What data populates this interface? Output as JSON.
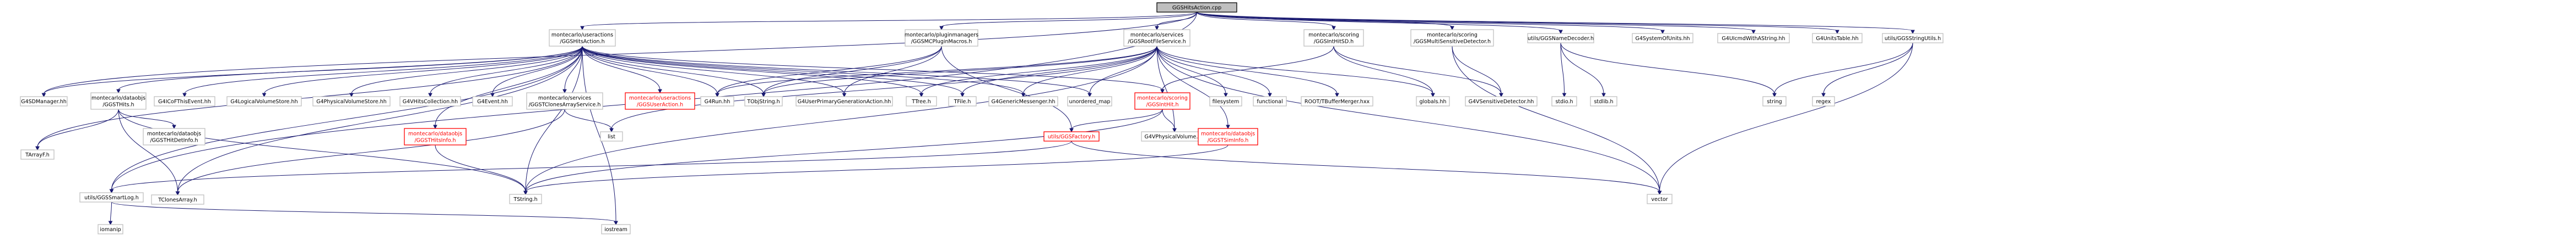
{
  "graph": {
    "root": "GGSHitsAction.cpp",
    "nodes": [
      {
        "id": "root",
        "lines": [
          "GGSHitsAction.cpp"
        ]
      },
      {
        "id": "ua_h",
        "lines": [
          "montecarlo/useractions",
          "/GGSHitsAction.h"
        ]
      },
      {
        "id": "pm_h",
        "lines": [
          "montecarlo/pluginmanagers",
          "/GGSMCPluginMacros.h"
        ]
      },
      {
        "id": "rfs_h",
        "lines": [
          "montecarlo/services",
          "/GGSRootFileService.h"
        ]
      },
      {
        "id": "ihsd_h",
        "lines": [
          "montecarlo/scoring",
          "/GGSIntHitSD.h"
        ]
      },
      {
        "id": "mmsd_h",
        "lines": [
          "montecarlo/scoring",
          "/GGSMultiSensitiveDetector.h"
        ]
      },
      {
        "id": "nd_h",
        "lines": [
          "utils/GGSNameDecoder.h"
        ]
      },
      {
        "id": "g4su",
        "lines": [
          "G4SystemOfUnits.hh"
        ]
      },
      {
        "id": "g4uiw",
        "lines": [
          "G4UIcmdWithAString.hh"
        ]
      },
      {
        "id": "g4ut",
        "lines": [
          "G4UnitsTable.hh"
        ]
      },
      {
        "id": "su_h",
        "lines": [
          "utils/GGSStringUtils.h"
        ]
      },
      {
        "id": "g4sdm",
        "lines": [
          "G4SDManager.hh"
        ]
      },
      {
        "id": "tarrayf",
        "lines": [
          "TArrayF.h"
        ]
      },
      {
        "id": "ggshits_h",
        "lines": [
          "montecarlo/dataobjs",
          "/GGSTHits.h"
        ]
      },
      {
        "id": "g4cof",
        "lines": [
          "G4ICoFThisEvent.hh"
        ]
      },
      {
        "id": "g4lvs",
        "lines": [
          "G4LogicalVolumeStore.hh"
        ]
      },
      {
        "id": "g4pvs",
        "lines": [
          "G4PhysicalVolumeStore.hh"
        ]
      },
      {
        "id": "g4vhc",
        "lines": [
          "G4VHitsCollection.hh"
        ]
      },
      {
        "id": "g4event",
        "lines": [
          "G4Event.hh"
        ]
      },
      {
        "id": "tcas_h",
        "lines": [
          "montecarlo/services",
          "/GGSTClonesArrayService.h"
        ]
      },
      {
        "id": "ua2_h",
        "lines": [
          "montecarlo/useractions",
          "/GGSUserAction.h"
        ]
      },
      {
        "id": "g4run",
        "lines": [
          "G4Run.hh"
        ]
      },
      {
        "id": "tobjstr",
        "lines": [
          "TObjString.h"
        ]
      },
      {
        "id": "g4upga",
        "lines": [
          "G4UserPrimaryGenerationAction.hh"
        ]
      },
      {
        "id": "ttree",
        "lines": [
          "TTree.h"
        ]
      },
      {
        "id": "tfile",
        "lines": [
          "TFile.h"
        ]
      },
      {
        "id": "g4gm",
        "lines": [
          "G4GenericMessenger.hh"
        ]
      },
      {
        "id": "umap",
        "lines": [
          "unordered_map"
        ]
      },
      {
        "id": "inthit_h",
        "lines": [
          "montecarlo/scoring",
          "/GGSIntHit.h"
        ]
      },
      {
        "id": "fs",
        "lines": [
          "filesystem"
        ]
      },
      {
        "id": "functional",
        "lines": [
          "functional"
        ]
      },
      {
        "id": "rootbm",
        "lines": [
          "ROOT/TBufferMerger.hxx"
        ]
      },
      {
        "id": "globals",
        "lines": [
          "globals.hh"
        ]
      },
      {
        "id": "g4vsd",
        "lines": [
          "G4VSensitiveDetector.hh"
        ]
      },
      {
        "id": "stdio",
        "lines": [
          "stdio.h"
        ]
      },
      {
        "id": "stdlib",
        "lines": [
          "stdlib.h"
        ]
      },
      {
        "id": "string",
        "lines": [
          "string"
        ]
      },
      {
        "id": "regex",
        "lines": [
          "regex"
        ]
      },
      {
        "id": "detinfo_h",
        "lines": [
          "montecarlo/dataobjs",
          "/GGSTHitDetInfo.h"
        ]
      },
      {
        "id": "list",
        "lines": [
          "list"
        ]
      },
      {
        "id": "factory_h",
        "lines": [
          "utils/GGSFactory.h"
        ]
      },
      {
        "id": "g4pv",
        "lines": [
          "G4VPhysicalVolume.hh"
        ]
      },
      {
        "id": "siminfo_h",
        "lines": [
          "montecarlo/dataobjs",
          "/GGSTSimInfo.h"
        ]
      },
      {
        "id": "hitsinfo_h",
        "lines": [
          "montecarlo/dataobjs",
          "/GGSTHitsInfo.h"
        ]
      },
      {
        "id": "smartlog_h",
        "lines": [
          "utils/GGSSmartLog.h"
        ]
      },
      {
        "id": "tclones",
        "lines": [
          "TClonesArray.h"
        ]
      },
      {
        "id": "tstring",
        "lines": [
          "TString.h"
        ]
      },
      {
        "id": "vector",
        "lines": [
          "vector"
        ]
      },
      {
        "id": "iomanip",
        "lines": [
          "iomanip"
        ]
      },
      {
        "id": "iostream",
        "lines": [
          "iostream"
        ]
      }
    ],
    "edges": [
      [
        "root",
        "ua_h"
      ],
      [
        "root",
        "pm_h"
      ],
      [
        "root",
        "rfs_h"
      ],
      [
        "root",
        "ihsd_h"
      ],
      [
        "root",
        "mmsd_h"
      ],
      [
        "root",
        "nd_h"
      ],
      [
        "root",
        "g4su"
      ],
      [
        "root",
        "g4uiw"
      ],
      [
        "root",
        "g4ut"
      ],
      [
        "root",
        "su_h"
      ],
      [
        "root",
        "g4sdm"
      ],
      [
        "root",
        "smartlog_h"
      ],
      [
        "ua_h",
        "g4sdm"
      ],
      [
        "ua_h",
        "tarrayf"
      ],
      [
        "ua_h",
        "ggshits_h"
      ],
      [
        "ua_h",
        "g4cof"
      ],
      [
        "ua_h",
        "g4lvs"
      ],
      [
        "ua_h",
        "g4pvs"
      ],
      [
        "ua_h",
        "g4vhc"
      ],
      [
        "ua_h",
        "g4event"
      ],
      [
        "ua_h",
        "tcas_h"
      ],
      [
        "ua_h",
        "ua2_h"
      ],
      [
        "ua_h",
        "g4run"
      ],
      [
        "ua_h",
        "tobjstr"
      ],
      [
        "ua_h",
        "g4upga"
      ],
      [
        "ua_h",
        "ttree"
      ],
      [
        "ua_h",
        "tfile"
      ],
      [
        "ua_h",
        "g4gm"
      ],
      [
        "ua_h",
        "umap"
      ],
      [
        "ua_h",
        "inthit_h"
      ],
      [
        "ua_h",
        "tclones"
      ],
      [
        "ua_h",
        "tstring"
      ],
      [
        "ua_h",
        "iostream"
      ],
      [
        "ua_h",
        "smartlog_h"
      ],
      [
        "ua_h",
        "hitsinfo_h"
      ],
      [
        "pm_h",
        "g4run"
      ],
      [
        "pm_h",
        "tobjstr"
      ],
      [
        "pm_h",
        "g4upga"
      ],
      [
        "pm_h",
        "factory_h"
      ],
      [
        "rfs_h",
        "g4run"
      ],
      [
        "rfs_h",
        "tobjstr"
      ],
      [
        "rfs_h",
        "ttree"
      ],
      [
        "rfs_h",
        "tfile"
      ],
      [
        "rfs_h",
        "g4gm"
      ],
      [
        "rfs_h",
        "umap"
      ],
      [
        "rfs_h",
        "fs"
      ],
      [
        "rfs_h",
        "functional"
      ],
      [
        "rfs_h",
        "rootbm"
      ],
      [
        "rfs_h",
        "globals"
      ],
      [
        "rfs_h",
        "list"
      ],
      [
        "rfs_h",
        "siminfo_h"
      ],
      [
        "rfs_h",
        "tstring"
      ],
      [
        "rfs_h",
        "vector"
      ],
      [
        "rfs_h",
        "g4pv"
      ],
      [
        "ihsd_h",
        "inthit_h"
      ],
      [
        "ihsd_h",
        "g4vsd"
      ],
      [
        "ihsd_h",
        "globals"
      ],
      [
        "mmsd_h",
        "g4vsd"
      ],
      [
        "mmsd_h",
        "vector"
      ],
      [
        "su_h",
        "string"
      ],
      [
        "su_h",
        "regex"
      ],
      [
        "su_h",
        "vector"
      ],
      [
        "nd_h",
        "stdio"
      ],
      [
        "nd_h",
        "stdlib"
      ],
      [
        "nd_h",
        "string"
      ],
      [
        "ggshits_h",
        "tarrayf"
      ],
      [
        "ggshits_h",
        "detinfo_h"
      ],
      [
        "ggshits_h",
        "tclones"
      ],
      [
        "ggshits_h",
        "tstring"
      ],
      [
        "tcas_h",
        "list"
      ],
      [
        "tcas_h",
        "tclones"
      ],
      [
        "inthit_h",
        "factory_h"
      ],
      [
        "inthit_h",
        "g4pv"
      ],
      [
        "inthit_h",
        "tstring"
      ],
      [
        "factory_h",
        "smartlog_h"
      ],
      [
        "factory_h",
        "vector"
      ],
      [
        "hitsinfo_h",
        "tstring"
      ],
      [
        "siminfo_h",
        "tstring"
      ],
      [
        "smartlog_h",
        "iomanip"
      ],
      [
        "smartlog_h",
        "iostream"
      ]
    ]
  }
}
